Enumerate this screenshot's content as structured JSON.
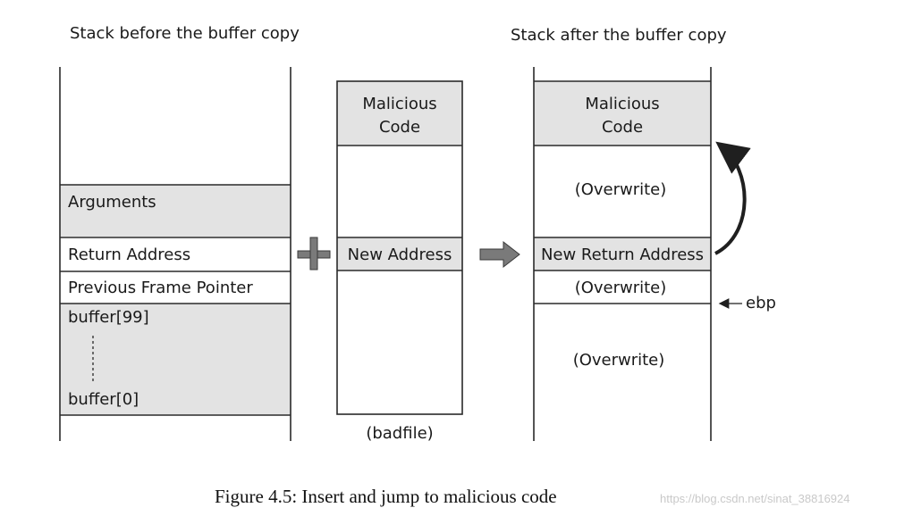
{
  "titles": {
    "before": "Stack before the buffer copy",
    "after": "Stack after the buffer copy"
  },
  "before_stack": {
    "arguments": "Arguments",
    "return_address": "Return Address",
    "previous_frame_pointer": "Previous Frame Pointer",
    "buffer_top": "buffer[99]",
    "buffer_bottom": "buffer[0]"
  },
  "badfile": {
    "malicious_line1": "Malicious",
    "malicious_line2": "Code",
    "new_address": "New Address",
    "label": "(badfile)"
  },
  "after_stack": {
    "malicious_line1": "Malicious",
    "malicious_line2": "Code",
    "overwrite_top": "(Overwrite)",
    "new_return_address": "New Return Address",
    "overwrite_mid": "(Overwrite)",
    "overwrite_bottom": "(Overwrite)",
    "ebp": "ebp"
  },
  "caption": "Figure 4.5: Insert and jump to malicious code",
  "watermark": "https://blog.csdn.net/sinat_38816924",
  "colors": {
    "shaded_cell": "#e3e3e3",
    "arrow_gray": "#7a7a7a",
    "line": "#2a2a2a"
  }
}
